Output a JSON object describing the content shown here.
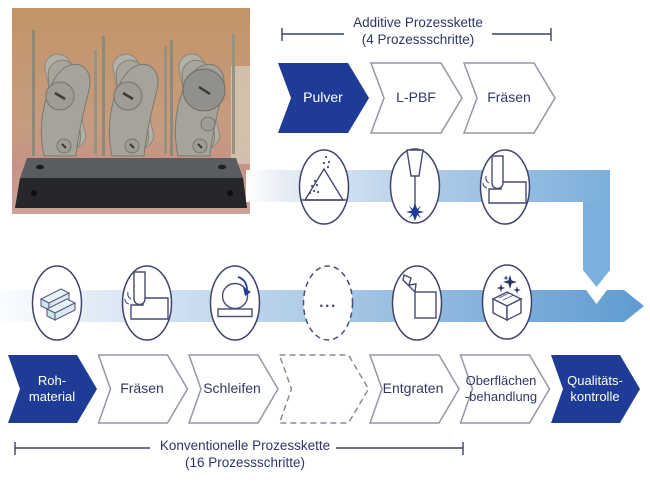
{
  "colors": {
    "accent_blue": "#1e3c96",
    "band_blue": "#6aa2d5",
    "outline_gray": "#9696a6",
    "text_navy": "#323a63"
  },
  "additive_chain": {
    "bracket": {
      "line1": "Additive Prozesskette",
      "line2": "(4 Prozessschritte)"
    },
    "steps": [
      {
        "label": "Pulver",
        "emphasis": true
      },
      {
        "label": "L-PBF",
        "emphasis": false
      },
      {
        "label": "Fräsen",
        "emphasis": false
      }
    ],
    "icon_names": [
      "powder-icon",
      "laser-icon",
      "milling-icon"
    ]
  },
  "conventional_chain": {
    "bracket": {
      "line1": "Konventionelle Prozesskette",
      "line2": "(16 Prozessschritte)"
    },
    "steps": [
      {
        "line1": "Roh-",
        "line2": "material",
        "emphasis": true
      },
      {
        "label": "Fräsen",
        "emphasis": false
      },
      {
        "label": "Schleifen",
        "emphasis": false
      },
      {
        "label": "",
        "dashed": true
      },
      {
        "label": "Entgraten",
        "emphasis": false
      },
      {
        "line1": "Oberflächen",
        "line2": "-behandlung",
        "emphasis": false
      },
      {
        "line1": "Qualitäts-",
        "line2": "kontrolle",
        "emphasis": true
      }
    ],
    "ellipsis_label": "...",
    "icon_names": [
      "raw-material-icon",
      "milling-icon",
      "grinding-icon",
      "ellipsis-icon",
      "deburring-icon",
      "surface-treatment-icon"
    ]
  }
}
